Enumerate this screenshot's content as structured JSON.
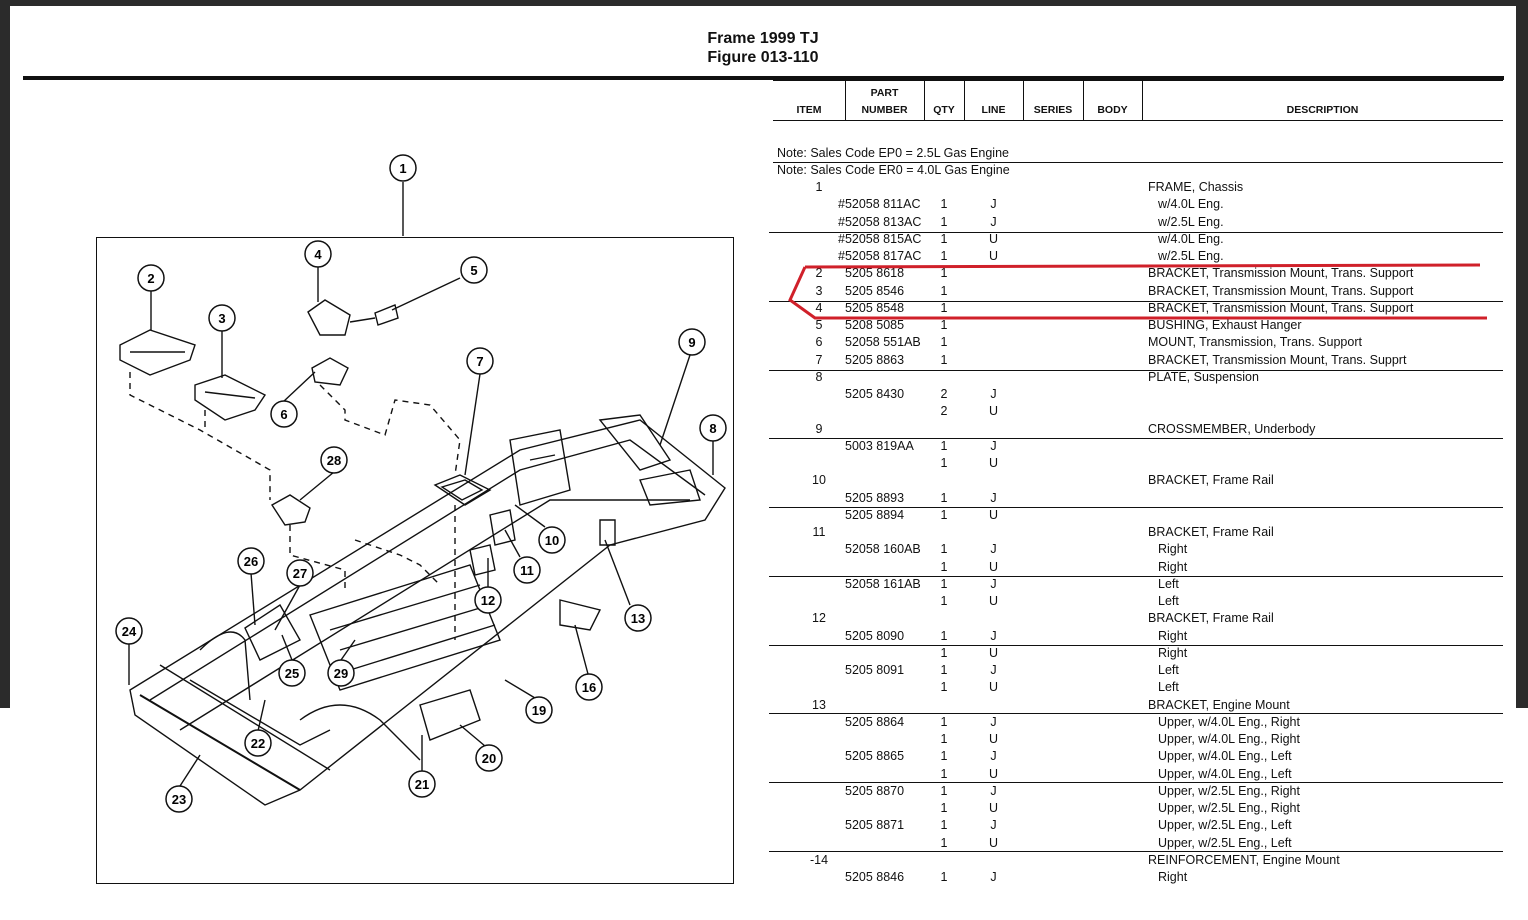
{
  "document": {
    "title_line1": "Frame 1999 TJ",
    "title_line2": "Figure 013-110"
  },
  "table": {
    "headers": {
      "item": "ITEM",
      "part_line1": "PART",
      "part_line2": "NUMBER",
      "qty": "QTY",
      "line": "LINE",
      "series": "SERIES",
      "body": "BODY",
      "description": "DESCRIPTION"
    },
    "notes": [
      "Note: Sales Code EP0 = 2.5L Gas Engine",
      "Note: Sales Code ER0 = 4.0L Gas Engine"
    ],
    "rows": [
      {
        "item": "1",
        "part": "",
        "qty": "",
        "line": "",
        "desc": "FRAME, Chassis"
      },
      {
        "item": "",
        "part": "#52058 811AC",
        "qty": "1",
        "line": "J",
        "desc": "w/4.0L Eng."
      },
      {
        "item": "",
        "part": "#52058 813AC",
        "qty": "1",
        "line": "J",
        "desc": "w/2.5L Eng."
      },
      {
        "item": "",
        "part": "#52058 815AC",
        "qty": "1",
        "line": "U",
        "desc": "w/4.0L Eng."
      },
      {
        "item": "",
        "part": "#52058 817AC",
        "qty": "1",
        "line": "U",
        "desc": "w/2.5L Eng."
      },
      {
        "item": "2",
        "part": "5205 8618",
        "qty": "1",
        "line": "",
        "desc": "BRACKET, Transmission Mount, Trans. Support"
      },
      {
        "item": "3",
        "part": "5205 8546",
        "qty": "1",
        "line": "",
        "desc": "BRACKET, Transmission Mount, Trans. Support"
      },
      {
        "item": "4",
        "part": "5205 8548",
        "qty": "1",
        "line": "",
        "desc": "BRACKET, Transmission Mount, Trans. Support"
      },
      {
        "item": "5",
        "part": "5208 5085",
        "qty": "1",
        "line": "",
        "desc": "BUSHING, Exhaust Hanger"
      },
      {
        "item": "6",
        "part": "52058 551AB",
        "qty": "1",
        "line": "",
        "desc": "MOUNT, Transmission, Trans. Support"
      },
      {
        "item": "7",
        "part": "5205 8863",
        "qty": "1",
        "line": "",
        "desc": "BRACKET, Transmission Mount, Trans. Supprt"
      },
      {
        "item": "8",
        "part": "",
        "qty": "",
        "line": "",
        "desc": "PLATE, Suspension"
      },
      {
        "item": "",
        "part": "5205 8430",
        "qty": "2",
        "line": "J",
        "desc": ""
      },
      {
        "item": "",
        "part": "",
        "qty": "2",
        "line": "U",
        "desc": ""
      },
      {
        "item": "9",
        "part": "",
        "qty": "",
        "line": "",
        "desc": "CROSSMEMBER, Underbody"
      },
      {
        "item": "",
        "part": "5003 819AA",
        "qty": "1",
        "line": "J",
        "desc": ""
      },
      {
        "item": "",
        "part": "",
        "qty": "1",
        "line": "U",
        "desc": ""
      },
      {
        "item": "10",
        "part": "",
        "qty": "",
        "line": "",
        "desc": "BRACKET, Frame Rail"
      },
      {
        "item": "",
        "part": "5205 8893",
        "qty": "1",
        "line": "J",
        "desc": ""
      },
      {
        "item": "",
        "part": "5205 8894",
        "qty": "1",
        "line": "U",
        "desc": ""
      },
      {
        "item": "11",
        "part": "",
        "qty": "",
        "line": "",
        "desc": "BRACKET, Frame Rail"
      },
      {
        "item": "",
        "part": "52058 160AB",
        "qty": "1",
        "line": "J",
        "desc": "Right"
      },
      {
        "item": "",
        "part": "",
        "qty": "1",
        "line": "U",
        "desc": "Right"
      },
      {
        "item": "",
        "part": "52058 161AB",
        "qty": "1",
        "line": "J",
        "desc": "Left"
      },
      {
        "item": "",
        "part": "",
        "qty": "1",
        "line": "U",
        "desc": "Left"
      },
      {
        "item": "12",
        "part": "",
        "qty": "",
        "line": "",
        "desc": "BRACKET, Frame Rail"
      },
      {
        "item": "",
        "part": "5205 8090",
        "qty": "1",
        "line": "J",
        "desc": "Right"
      },
      {
        "item": "",
        "part": "",
        "qty": "1",
        "line": "U",
        "desc": "Right"
      },
      {
        "item": "",
        "part": "5205 8091",
        "qty": "1",
        "line": "J",
        "desc": "Left"
      },
      {
        "item": "",
        "part": "",
        "qty": "1",
        "line": "U",
        "desc": "Left"
      },
      {
        "item": "13",
        "part": "",
        "qty": "",
        "line": "",
        "desc": "BRACKET, Engine Mount"
      },
      {
        "item": "",
        "part": "5205 8864",
        "qty": "1",
        "line": "J",
        "desc": "Upper, w/4.0L Eng., Right"
      },
      {
        "item": "",
        "part": "",
        "qty": "1",
        "line": "U",
        "desc": "Upper, w/4.0L Eng., Right"
      },
      {
        "item": "",
        "part": "5205 8865",
        "qty": "1",
        "line": "J",
        "desc": "Upper, w/4.0L Eng., Left"
      },
      {
        "item": "",
        "part": "",
        "qty": "1",
        "line": "U",
        "desc": "Upper, w/4.0L Eng., Left"
      },
      {
        "item": "",
        "part": "5205 8870",
        "qty": "1",
        "line": "J",
        "desc": "Upper, w/2.5L Eng., Right"
      },
      {
        "item": "",
        "part": "",
        "qty": "1",
        "line": "U",
        "desc": "Upper, w/2.5L Eng., Right"
      },
      {
        "item": "",
        "part": "5205 8871",
        "qty": "1",
        "line": "J",
        "desc": "Upper, w/2.5L Eng., Left"
      },
      {
        "item": "",
        "part": "",
        "qty": "1",
        "line": "U",
        "desc": "Upper, w/2.5L Eng., Left"
      },
      {
        "item": "-14",
        "part": "",
        "qty": "",
        "line": "",
        "desc": "REINFORCEMENT, Engine Mount"
      },
      {
        "item": "",
        "part": "5205 8846",
        "qty": "1",
        "line": "J",
        "desc": "Right"
      }
    ]
  },
  "callouts": [
    "1",
    "2",
    "3",
    "4",
    "5",
    "6",
    "7",
    "8",
    "9",
    "10",
    "11",
    "12",
    "13",
    "16",
    "19",
    "20",
    "21",
    "22",
    "23",
    "24",
    "25",
    "26",
    "27",
    "28",
    "29"
  ],
  "colors": {
    "highlight": "#d0202a",
    "ink": "#111111"
  }
}
